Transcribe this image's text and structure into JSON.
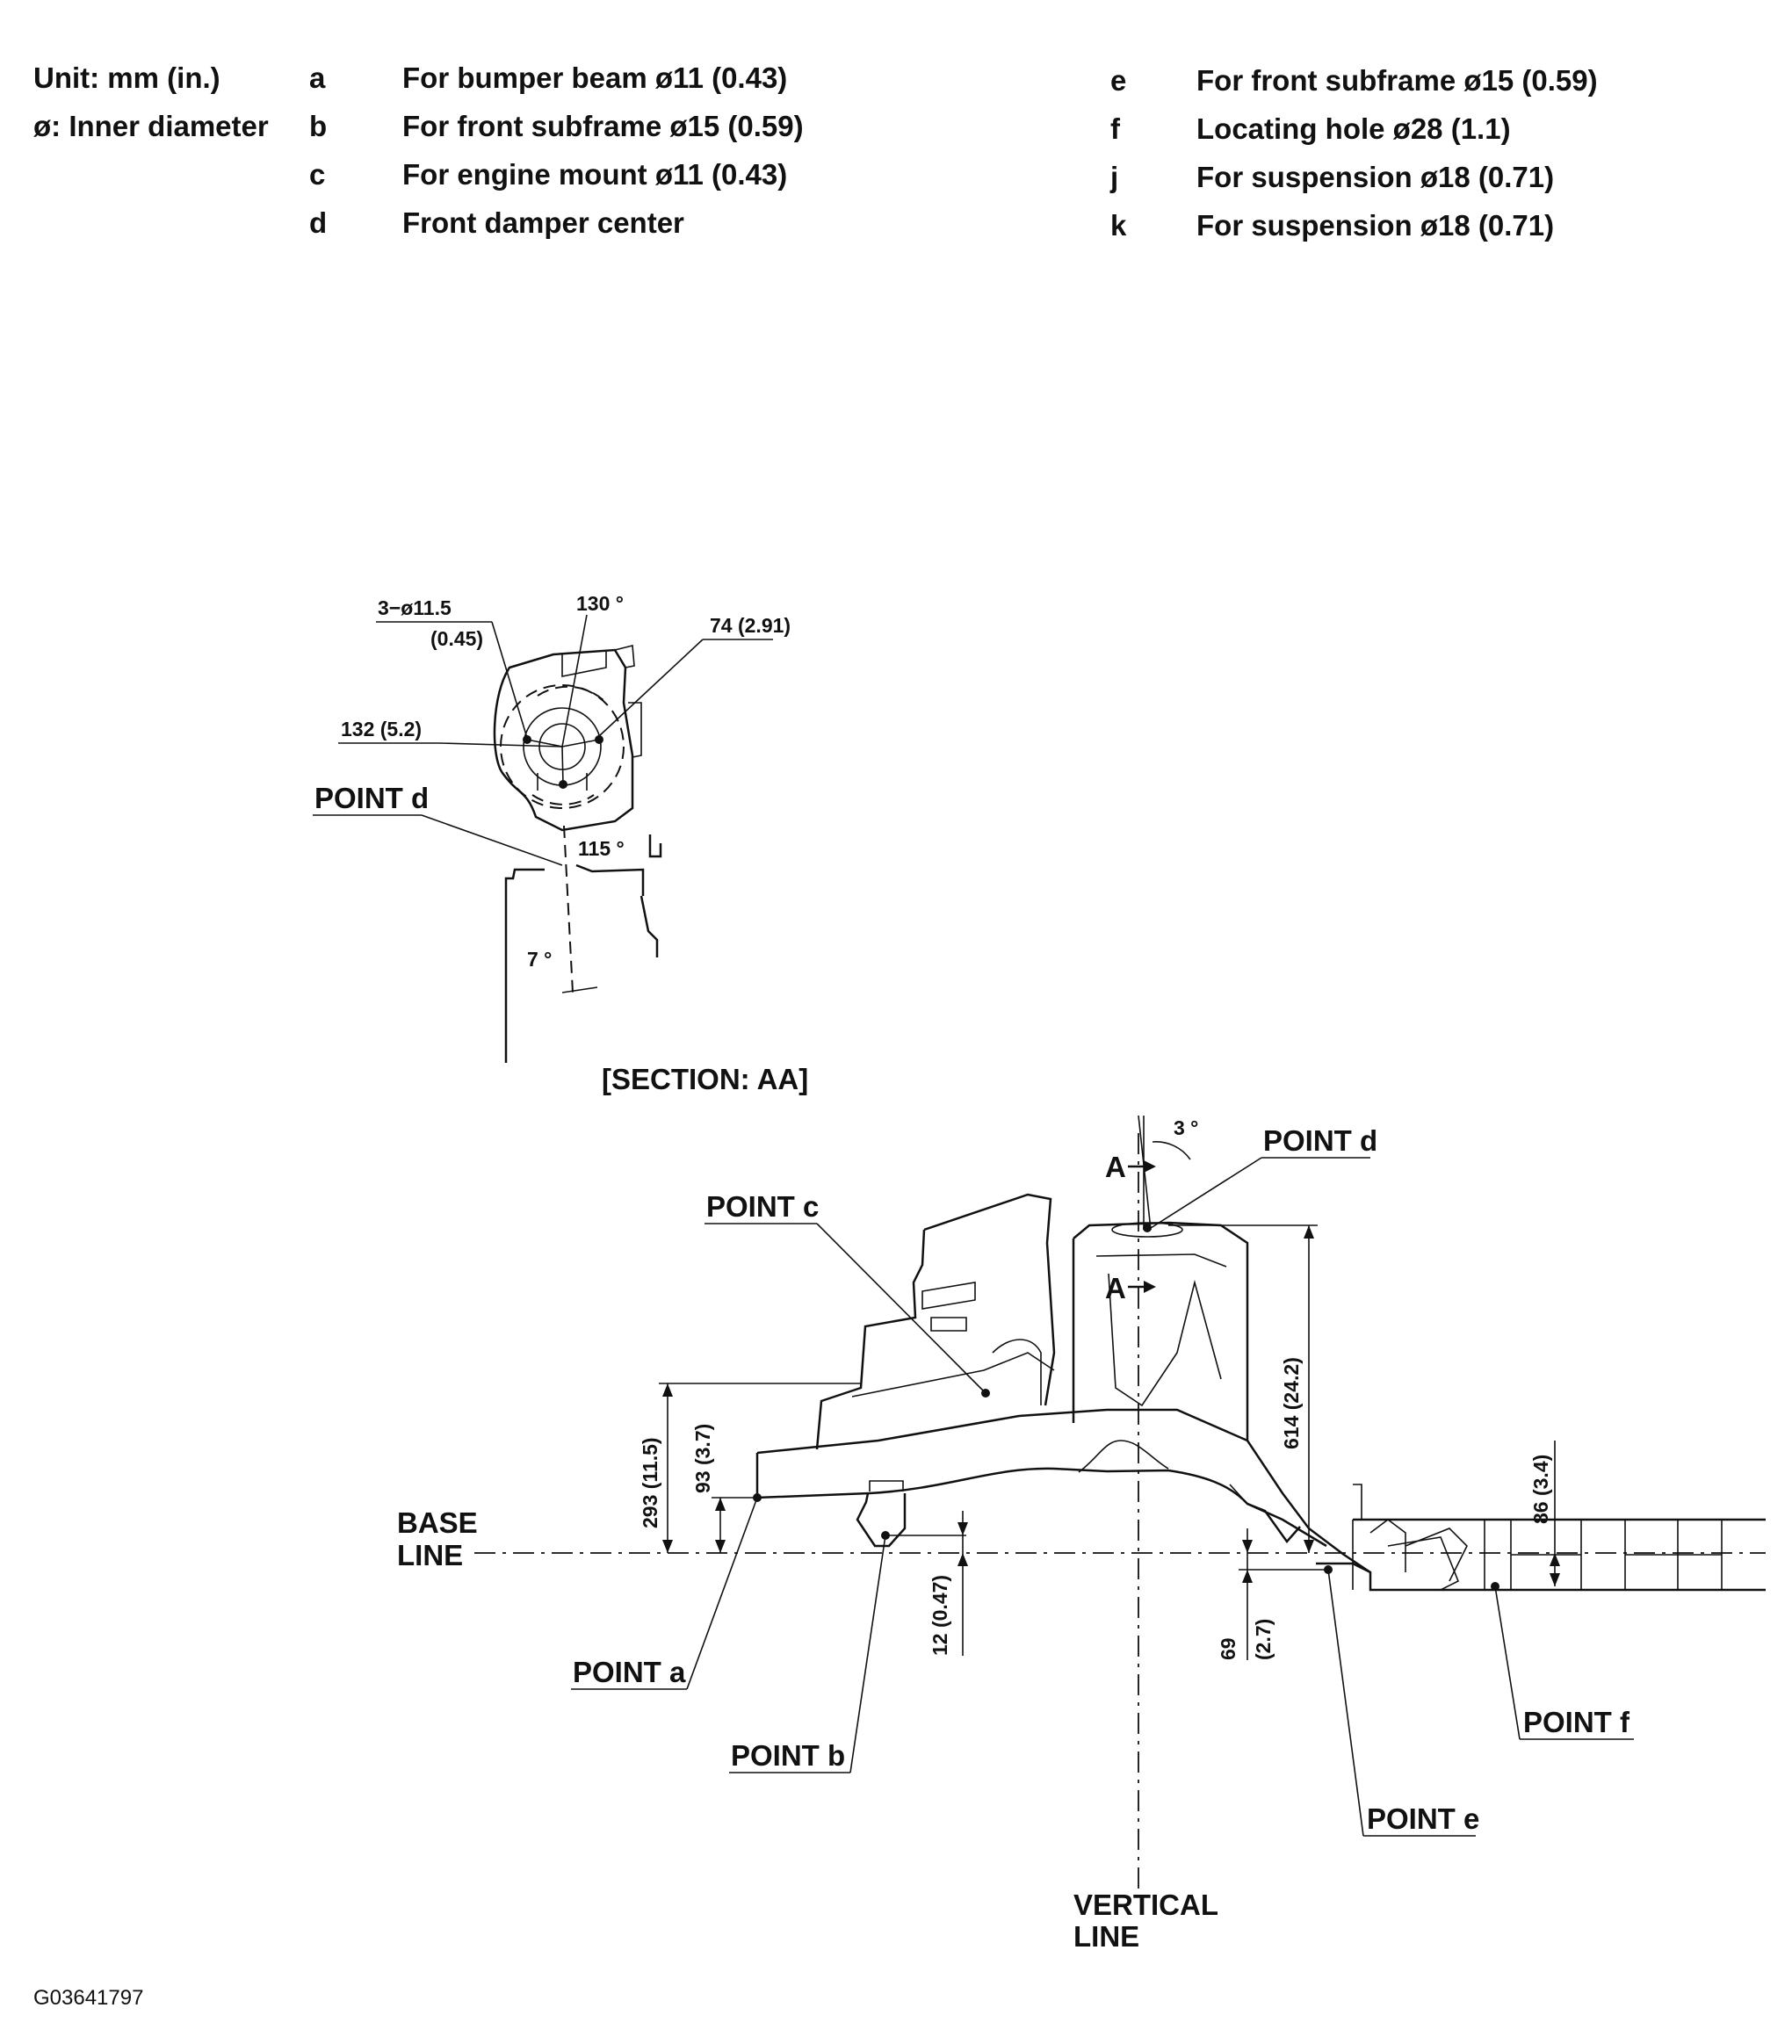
{
  "legend": {
    "unit": "Unit: mm (in.)",
    "diameter_note": "ø: Inner diameter",
    "items": [
      {
        "key": "a",
        "text": "For bumper beam ø11 (0.43)"
      },
      {
        "key": "b",
        "text": "For front subframe ø15 (0.59)"
      },
      {
        "key": "c",
        "text": "For engine mount ø11 (0.43)"
      },
      {
        "key": "d",
        "text": "Front damper center"
      },
      {
        "key": "e",
        "text": "For front subframe ø15 (0.59)"
      },
      {
        "key": "f",
        "text": "Locating hole ø28 (1.1)"
      },
      {
        "key": "j",
        "text": "For suspension ø18 (0.71)"
      },
      {
        "key": "k",
        "text": "For suspension ø18 (0.71)"
      }
    ]
  },
  "section": {
    "holes": "3−ø11.5",
    "holes_in": "(0.45)",
    "angle_top": "130 °",
    "dim_74": "74 (2.91)",
    "dim_132": "132 (5.2)",
    "point_d": "POINT d",
    "angle_115": "115 °",
    "angle_7": "7 °",
    "caption": "[SECTION: AA]"
  },
  "main": {
    "angle_3": "3 °",
    "arrow_a": "A",
    "point_d": "POINT d",
    "point_c": "POINT c",
    "point_a": "POINT a",
    "point_b": "POINT b",
    "point_e": "POINT e",
    "point_f": "POINT f",
    "base_line_1": "BASE",
    "base_line_2": "LINE",
    "vertical_line_1": "VERTICAL",
    "vertical_line_2": "LINE",
    "dim_614": "614 (24.2)",
    "dim_293": "293 (11.5)",
    "dim_93": "93 (3.7)",
    "dim_12": "12 (0.47)",
    "dim_69": "69",
    "dim_69_in": "(2.7)",
    "dim_86": "86 (3.4)"
  },
  "figure_id": "G03641797"
}
